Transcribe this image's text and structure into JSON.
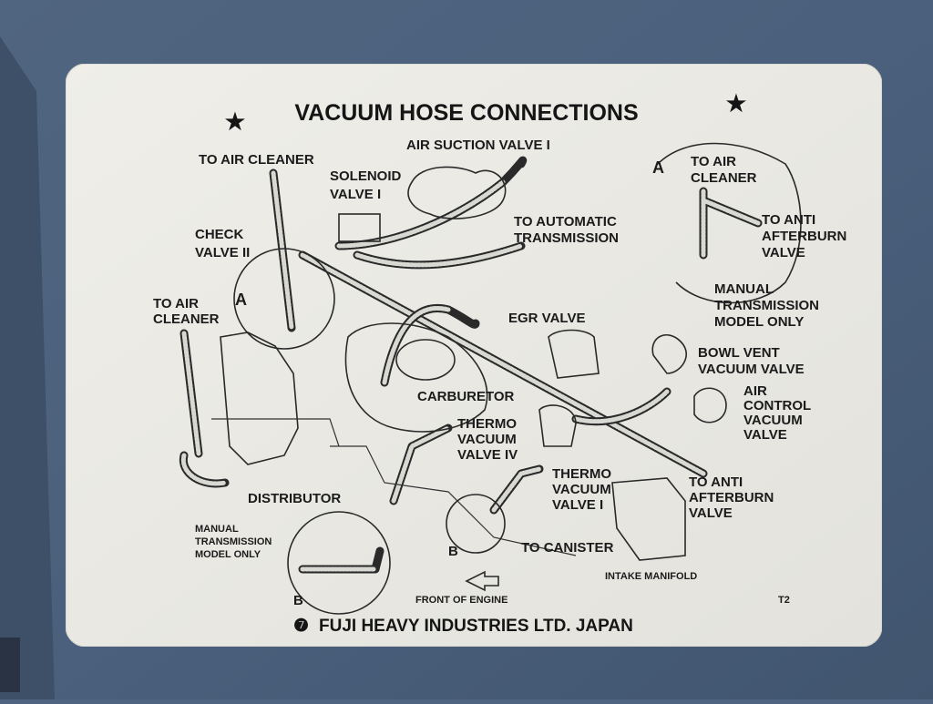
{
  "title": "VACUUM HOSE CONNECTIONS",
  "star_left": "★",
  "star_right": "★",
  "labels": {
    "to_air_cleaner_top": "TO AIR CLEANER",
    "air_suction_valve": "AIR SUCTION VALVE I",
    "solenoid_valve_1": "SOLENOID",
    "solenoid_valve_2": "VALVE I",
    "check_valve_1": "CHECK",
    "check_valve_2": "VALVE II",
    "to_air_cleaner_left_1": "TO AIR",
    "to_air_cleaner_left_2": "CLEANER",
    "marker_a_left": "A",
    "to_auto_trans_1": "TO AUTOMATIC",
    "to_auto_trans_2": "TRANSMISSION",
    "inset_a_marker": "A",
    "inset_a_air_1": "TO AIR",
    "inset_a_air_2": "CLEANER",
    "inset_a_anti_1": "TO ANTI",
    "inset_a_anti_2": "AFTERBURN",
    "inset_a_anti_3": "VALVE",
    "inset_a_manual_1": "MANUAL",
    "inset_a_manual_2": "TRANSMISSION",
    "inset_a_manual_3": "MODEL ONLY",
    "egr_valve": "EGR VALVE",
    "bowl_vent_1": "BOWL VENT",
    "bowl_vent_2": "VACUUM VALVE",
    "carburetor": "CARBURETOR",
    "air_control_1": "AIR",
    "air_control_2": "CONTROL",
    "air_control_3": "VACUUM",
    "air_control_4": "VALVE",
    "thermo_iv_1": "THERMO",
    "thermo_iv_2": "VACUUM",
    "thermo_iv_3": "VALVE IV",
    "thermo_i_1": "THERMO",
    "thermo_i_2": "VACUUM",
    "thermo_i_3": "VALVE I",
    "to_anti_after_1": "TO ANTI",
    "to_anti_after_2": "AFTERBURN",
    "to_anti_after_3": "VALVE",
    "distributor": "DISTRIBUTOR",
    "manual_b_1": "MANUAL",
    "manual_b_2": "TRANSMISSION",
    "manual_b_3": "MODEL ONLY",
    "marker_b_inset": "B",
    "marker_b_main": "B",
    "to_canister": "TO CANISTER",
    "intake_manifold": "INTAKE MANIFOLD",
    "front_of_engine": "FRONT OF ENGINE",
    "code": "T2"
  },
  "footer": {
    "logo_glyph": "❼",
    "maker": "FUJI HEAVY INDUSTRIES LTD. JAPAN"
  },
  "colors": {
    "panel": "#4f6480",
    "label_card": "#ecebe6",
    "ink": "#1b1b1b"
  }
}
